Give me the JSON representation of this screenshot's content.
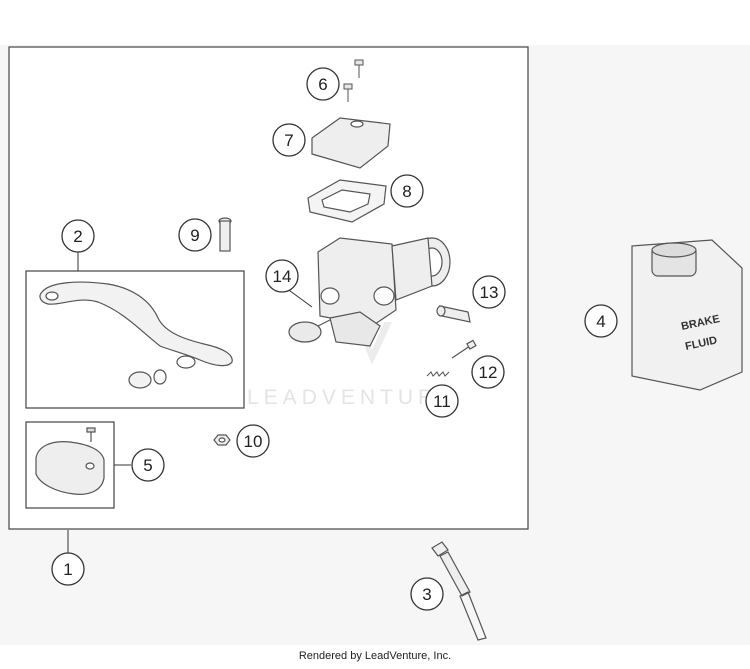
{
  "callouts": [
    "1",
    "2",
    "3",
    "4",
    "5",
    "6",
    "7",
    "8",
    "9",
    "10",
    "11",
    "12",
    "13",
    "14"
  ],
  "watermark": "LEADVENTURE",
  "brake_fluid_label": [
    "BRAKE",
    "FLUID"
  ],
  "credit": "Rendered by LeadVenture, Inc."
}
